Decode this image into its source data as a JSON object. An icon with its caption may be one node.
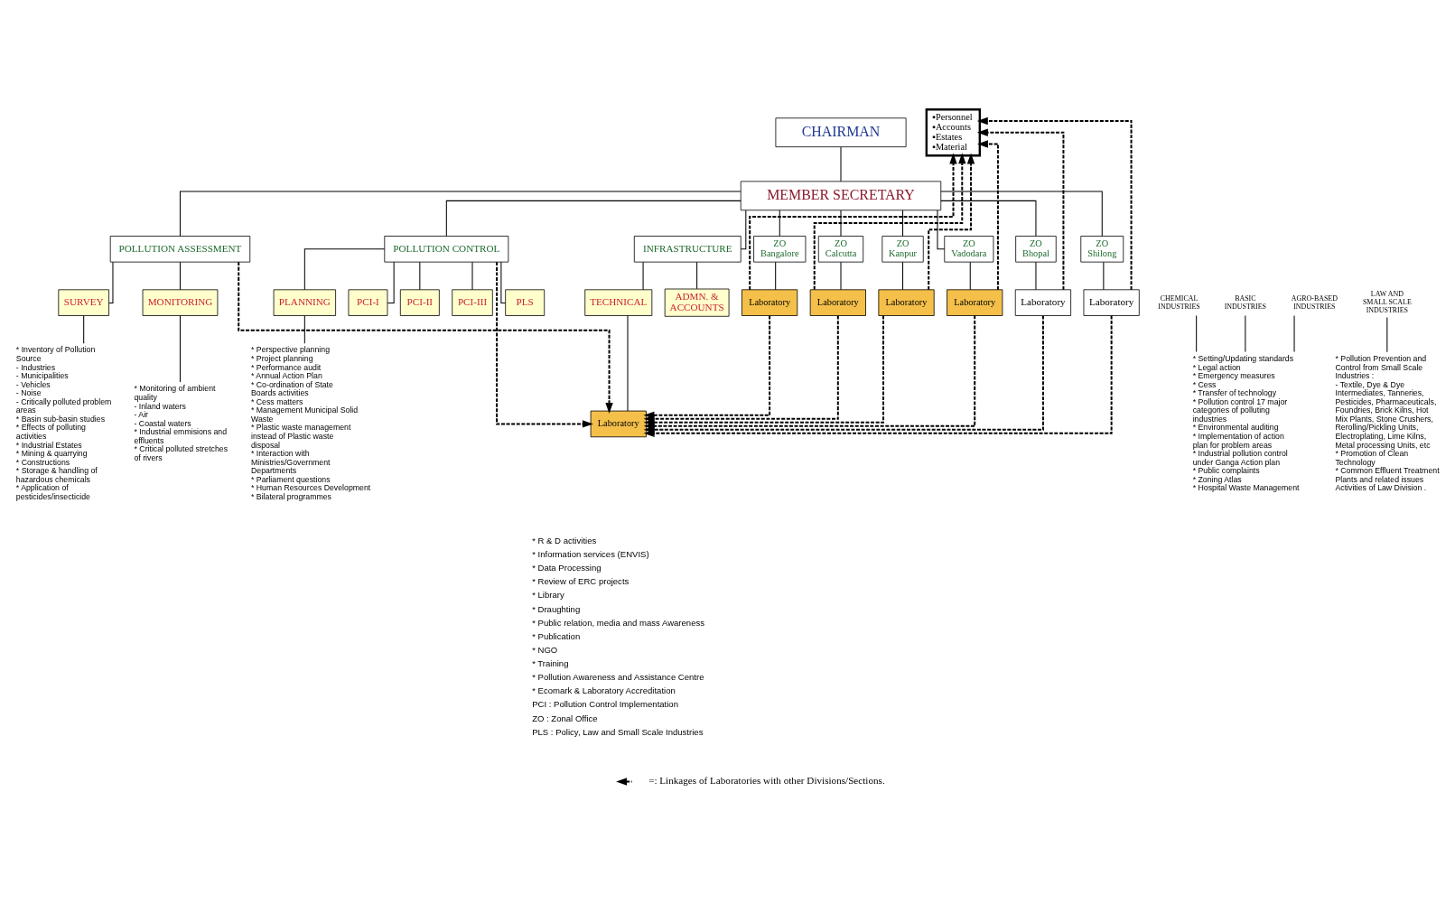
{
  "diagram": {
    "nodes": [
      {
        "text": [
          "CHAIRMAN"
        ]
      },
      {
        "text": [
          "MEMBER SECRETARY"
        ]
      },
      {
        "text": [
          "POLLUTION ASSESSMENT"
        ]
      },
      {
        "text": [
          "POLLUTION CONTROL"
        ]
      },
      {
        "text": [
          "INFRASTRUCTURE"
        ]
      },
      {
        "text": [
          "ZO Bangalore"
        ]
      },
      {
        "text": [
          "ZO Calcutta"
        ]
      },
      {
        "text": [
          "ZO Kanpur"
        ]
      },
      {
        "text": [
          "ZO Vadodara"
        ]
      },
      {
        "text": [
          "ZO Bhopal"
        ]
      },
      {
        "text": [
          "ZO Shilong"
        ]
      },
      {
        "text": [
          "SURVEY"
        ]
      },
      {
        "text": [
          "MONITORING"
        ]
      },
      {
        "text": [
          "PLANNING"
        ]
      },
      {
        "text": [
          "PCI-I"
        ]
      },
      {
        "text": [
          "PCI-II"
        ]
      },
      {
        "text": [
          "PCI-III"
        ]
      },
      {
        "text": [
          "PLS"
        ]
      },
      {
        "text": [
          "TECHNICAL"
        ]
      },
      {
        "text": [
          "ADMN. & ACCOUNTS"
        ]
      },
      {
        "text": [
          "CHEMICAL INDUSTRIES"
        ]
      },
      {
        "text": [
          "BASIC INDUSTRIES"
        ]
      },
      {
        "text": [
          "AGRO-BASED INDUSTRIES"
        ]
      },
      {
        "text": [
          "LAW AND SMALL SCALE INDUSTRIES"
        ]
      },
      {
        "text": [
          "Laboratory"
        ]
      },
      {
        "text": [
          "▪Personnel",
          "▪Accounts",
          "▪Estates",
          "▪Material"
        ]
      },
      {
        "text": [
          "Laboratory"
        ]
      },
      {
        "text": [
          "Laboratory"
        ]
      },
      {
        "text": [
          "Laboratory"
        ]
      },
      {
        "text": [
          "Laboratory"
        ]
      },
      {
        "text": [
          "Laboratory"
        ]
      },
      {
        "text": [
          "Laboratory"
        ]
      },
      {
        "text": [
          "* Inventory of Pollution Source",
          "- Industries",
          "- Municipalities",
          "- Vehicles",
          "- Noise",
          "- Critically polluted problem areas",
          "* Basin sub-basin studies",
          "* Effects of polluting activities",
          "* Industrial Estates",
          "* Mining & quarrying",
          "* Constructions",
          "* Storage & handling of hazardous chemicals",
          "* Application of pesticides/insecticide"
        ]
      },
      {
        "text": [
          "* Monitoring of ambient quality",
          "- Inland waters",
          "- Air",
          "- Coastal waters",
          "* Industrial emmisions and effluents",
          "* Critical polluted stretches of rivers"
        ]
      },
      {
        "text": [
          "* Perspective planning",
          "* Project planning",
          "* Performance audit",
          "* Annual Action Plan",
          "* Co-ordination of State Boards activities",
          "* Cess matters",
          "* Management Municipal Solid Waste",
          "* Plastic waste management instead of Plastic waste disposal",
          "* Interaction with Ministries/Government Departments",
          "* Parliament questions",
          "* Human Resources Development",
          "* Bilateral programmes"
        ]
      },
      {
        "text": [
          "* Setting/Updating standards",
          "* Legal action",
          "* Emergency measures",
          "* Cess",
          "* Transfer of technology",
          "* Pollution control 17 major categories of polluting industries",
          "* Environmental auditing",
          "* Implementation of action plan for problem areas",
          "* Industrial pollution control under Ganga Action plan",
          "* Public complaints",
          "* Zoning Atlas",
          "* Hospital Waste Management"
        ]
      },
      {
        "text": [
          "* Pollution Prevention and Control from Small Scale Industries :",
          "- Textile, Dye & Dye Intermediates, Tanneries, Pesticides, Pharmaceuticals, Foundries, Brick Kilns, Hot Mix Plants, Stone Crushers, Rerolling/Pickling Units, Electroplating, Lime Kilns, Metal processing Units, etc",
          "* Promotion of Clean Technology",
          "* Common Effluent Treatment Plants and related issues Activities of Law Division ."
        ]
      }
    ],
    "edges": [
      {
        "from": 0,
        "to": 1,
        "arrow": "none"
      },
      {
        "from": 1,
        "to": 2,
        "arrow": "none"
      },
      {
        "from": 1,
        "to": 3,
        "arrow": "none"
      },
      {
        "from": 1,
        "to": 4,
        "arrow": "none"
      },
      {
        "from": 1,
        "to": 5,
        "arrow": "none"
      },
      {
        "from": 1,
        "to": 6,
        "arrow": "none"
      },
      {
        "from": 1,
        "to": 7,
        "arrow": "none"
      },
      {
        "from": 1,
        "to": 8,
        "arrow": "none"
      },
      {
        "from": 1,
        "to": 9,
        "arrow": "none"
      },
      {
        "from": 1,
        "to": 10,
        "arrow": "none"
      },
      {
        "from": 2,
        "to": 11,
        "arrow": "none"
      },
      {
        "from": 2,
        "to": 12,
        "arrow": "none"
      },
      {
        "from": 3,
        "to": 13,
        "arrow": "none"
      },
      {
        "from": 3,
        "to": 14,
        "arrow": "none"
      },
      {
        "from": 3,
        "to": 15,
        "arrow": "none"
      },
      {
        "from": 3,
        "to": 16,
        "arrow": "none"
      },
      {
        "from": 3,
        "to": 17,
        "arrow": "none"
      },
      {
        "from": 4,
        "to": 18,
        "arrow": "none"
      },
      {
        "from": 4,
        "to": 19,
        "arrow": "none"
      },
      {
        "from": 18,
        "to": 24,
        "arrow": "none"
      },
      {
        "from": 5,
        "to": 26,
        "arrow": "none"
      },
      {
        "from": 6,
        "to": 27,
        "arrow": "none"
      },
      {
        "from": 7,
        "to": 28,
        "arrow": "none"
      },
      {
        "from": 8,
        "to": 29,
        "arrow": "none"
      },
      {
        "from": 9,
        "to": 30,
        "arrow": "none"
      },
      {
        "from": 10,
        "to": 31,
        "arrow": "none"
      },
      {
        "from": 11,
        "to": 32,
        "arrow": "none"
      },
      {
        "from": 12,
        "to": 33,
        "arrow": "none"
      },
      {
        "from": 13,
        "to": 34,
        "arrow": "none"
      },
      {
        "from": 20,
        "to": 35,
        "arrow": "none"
      },
      {
        "from": 21,
        "to": 35,
        "arrow": "none"
      },
      {
        "from": 22,
        "to": 35,
        "arrow": "none"
      },
      {
        "from": 23,
        "to": 36,
        "arrow": "none"
      },
      {
        "from": 3,
        "to": 24,
        "arrow": "to",
        "style": "dashed"
      },
      {
        "from": 2,
        "to": 24,
        "arrow": "to",
        "style": "dashed"
      },
      {
        "from": 26,
        "to": 24,
        "arrow": "to",
        "style": "dashed"
      },
      {
        "from": 27,
        "to": 24,
        "arrow": "to",
        "style": "dashed"
      },
      {
        "from": 28,
        "to": 24,
        "arrow": "to",
        "style": "dashed"
      },
      {
        "from": 29,
        "to": 24,
        "arrow": "to",
        "style": "dashed"
      },
      {
        "from": 30,
        "to": 24,
        "arrow": "to",
        "style": "dashed"
      },
      {
        "from": 31,
        "to": 24,
        "arrow": "to",
        "style": "dashed"
      },
      {
        "from": 26,
        "to": 25,
        "arrow": "to",
        "style": "dashed"
      },
      {
        "from": 27,
        "to": 25,
        "arrow": "to",
        "style": "dashed"
      },
      {
        "from": 28,
        "to": 25,
        "arrow": "to",
        "style": "dashed"
      },
      {
        "from": 29,
        "to": 25,
        "arrow": "to",
        "style": "dashed"
      },
      {
        "from": 30,
        "to": 25,
        "arrow": "to",
        "style": "dashed"
      },
      {
        "from": 31,
        "to": 25,
        "arrow": "to",
        "style": "dashed"
      }
    ],
    "labels": [
      "* R & D activities",
      "* Information services (ENVIS)",
      "* Data Processing",
      "* Review of ERC projects",
      "* Library",
      "* Draughting",
      "* Public relation, media and mass Awareness",
      "* Publication",
      "* NGO",
      "* Training",
      "* Pollution Awareness and Assistance Centre",
      "* Ecomark & Laboratory Accreditation",
      "PCI : Pollution Control Implementation",
      "ZO : Zonal Office",
      "PLS : Policy, Law and Small Scale Industries"
    ],
    "legend": [
      {
        "text": "=: Linkages of Laboratories with other Divisions/Sections."
      }
    ]
  }
}
